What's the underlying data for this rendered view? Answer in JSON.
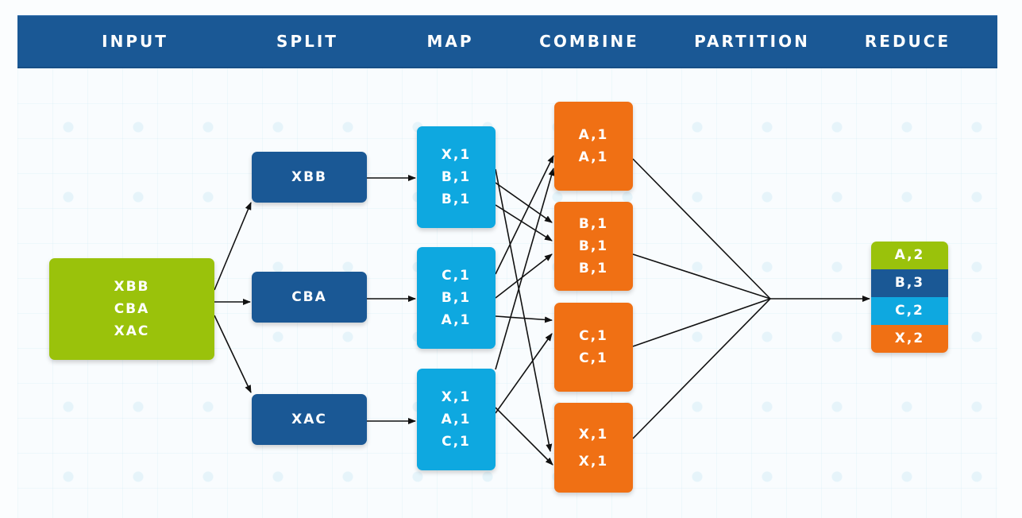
{
  "header": {
    "columns": [
      "INPUT",
      "SPLIT",
      "MAP",
      "COMBINE",
      "PARTITION",
      "REDUCE"
    ]
  },
  "colors": {
    "header": "#1a5895",
    "input": "#9ac20b",
    "split": "#1a5895",
    "map": "#0ea8e0",
    "combine": "#f07014",
    "arrow": "#111111"
  },
  "input": {
    "lines": [
      "XBB",
      "CBA",
      "XAC"
    ]
  },
  "split": [
    {
      "label": "XBB"
    },
    {
      "label": "CBA"
    },
    {
      "label": "XAC"
    }
  ],
  "map": [
    {
      "lines": [
        "X,1",
        "B,1",
        "B,1"
      ]
    },
    {
      "lines": [
        "C,1",
        "B,1",
        "A,1"
      ]
    },
    {
      "lines": [
        "X,1",
        "A,1",
        "C,1"
      ]
    }
  ],
  "combine": [
    {
      "lines": [
        "A,1",
        "A,1"
      ]
    },
    {
      "lines": [
        "B,1",
        "B,1",
        "B,1"
      ]
    },
    {
      "lines": [
        "C,1",
        "C,1"
      ]
    },
    {
      "lines": [
        "X,1",
        "X,1"
      ]
    }
  ],
  "reduce": [
    {
      "label": "A,2",
      "color": "#9ac20b"
    },
    {
      "label": "B,3",
      "color": "#1a5895"
    },
    {
      "label": "C,2",
      "color": "#0ea8e0"
    },
    {
      "label": "X,2",
      "color": "#f07014"
    }
  ]
}
